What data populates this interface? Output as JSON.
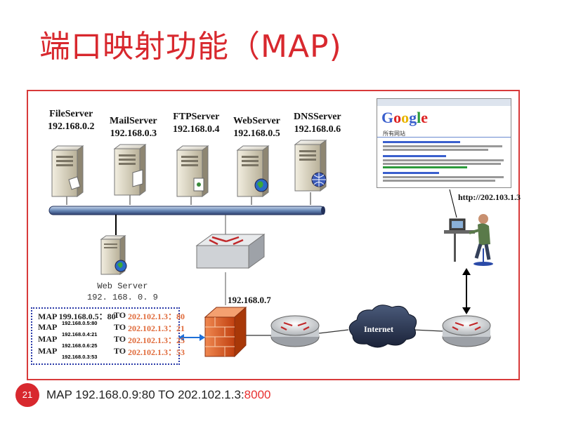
{
  "slide": {
    "title": "端口映射功能（MAP)",
    "page_number": "21",
    "footer": {
      "prefix": "MAP 192.168.0.9:80 TO 202.102.1.3:",
      "highlight": "8000"
    }
  },
  "diagram": {
    "servers": [
      {
        "name": "FileServer",
        "ip": "192.168.0.2"
      },
      {
        "name": "MailServer",
        "ip": "192.168.0.3"
      },
      {
        "name": "FTPServer",
        "ip": "192.168.0.4"
      },
      {
        "name": "WebServer",
        "ip": "192.168.0.5"
      },
      {
        "name": "DNSServer",
        "ip": "192.168.0.6"
      }
    ],
    "web_server": {
      "name": "Web Server",
      "ip": "192. 168. 0. 9"
    },
    "firewall_ip": "192.168.0.7",
    "internet_label": "Internet",
    "client_url": "http://202.103.1.3",
    "google": {
      "logo": "Google",
      "tagline": "所有网站",
      "colors": {
        "blue": "#3a5fcd",
        "red": "#d22",
        "yellow": "#e8b400",
        "green": "#2a9a3a"
      }
    },
    "map_rules": [
      {
        "left": "MAP  199.168.0.5：80",
        "to": "TO",
        "right": "202.102.1.3：80",
        "overlay": ""
      },
      {
        "left": "MAP",
        "to": "TO",
        "right": "202.102.1.3：21",
        "overlay": "192.168.0.5:80"
      },
      {
        "left": "MAP",
        "to": "TO",
        "right": "202.102.1.3：25",
        "overlay": "192.168.0.4:21"
      },
      {
        "left": "MAP",
        "to": "TO",
        "right": "202.102.1.3：53",
        "overlay": "192.168.0.6:25"
      },
      {
        "left": "",
        "to": "",
        "right": "",
        "overlay": "192.168.0.3:53"
      }
    ]
  },
  "colors": {
    "accent": "#d8282e",
    "map_border": "#2a3aa8",
    "rule_ip": "#e06a3a",
    "arrow": "#1e6fd8"
  }
}
